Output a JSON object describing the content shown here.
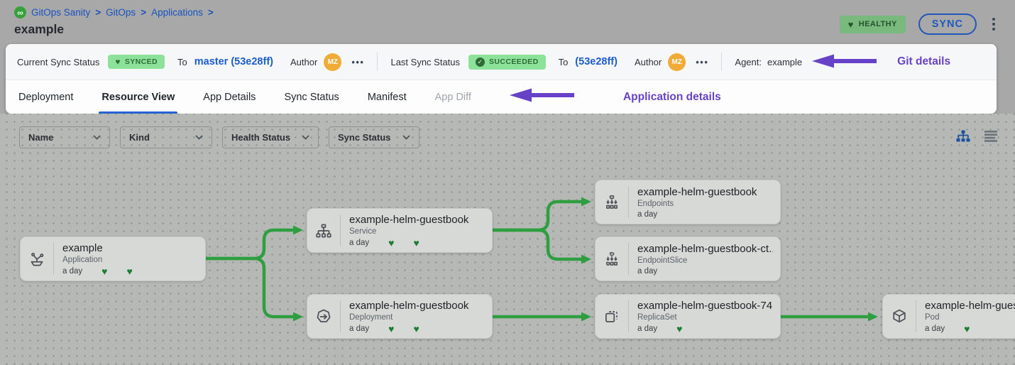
{
  "breadcrumb": {
    "logo_icon": "infinity-logo",
    "separator": ">",
    "items": [
      "GitOps Sanity",
      "GitOps",
      "Applications"
    ]
  },
  "page_title": "example",
  "header_actions": {
    "health_badge": "HEALTHY",
    "sync_button": "SYNC"
  },
  "sync_bar": {
    "current": {
      "label": "Current Sync Status",
      "badge": "SYNCED",
      "to": "To",
      "ref": "master (53e28ff)",
      "author": "Author",
      "avatar": "MZ",
      "more": "•••"
    },
    "last": {
      "label": "Last Sync Status",
      "badge": "SUCCEEDED",
      "to": "To",
      "ref": "(53e28ff)",
      "author": "Author",
      "avatar": "MZ",
      "more": "•••"
    },
    "agent": {
      "label": "Agent:",
      "value": "example"
    },
    "annotation": "Git details"
  },
  "tabs": {
    "items": [
      "Deployment",
      "Resource View",
      "App Details",
      "Sync Status",
      "Manifest",
      "App Diff"
    ],
    "active": "Resource View",
    "annotation": "Application details"
  },
  "filters": [
    "Name",
    "Kind",
    "Health Status",
    "Sync Status"
  ],
  "view_toggles": [
    "tree-view",
    "list-view"
  ],
  "graph": {
    "nodes": [
      {
        "title": "example",
        "kind": "Application",
        "age": "a day",
        "hearts": 2,
        "icon": "application-icon"
      },
      {
        "title": "example-helm-guestbook",
        "kind": "Service",
        "age": "a day",
        "hearts": 2,
        "icon": "service-icon"
      },
      {
        "title": "example-helm-guestbook",
        "kind": "Deployment",
        "age": "a day",
        "hearts": 2,
        "icon": "deployment-icon"
      },
      {
        "title": "example-helm-guestbook",
        "kind": "Endpoints",
        "age": "a day",
        "hearts": 0,
        "icon": "endpoints-icon"
      },
      {
        "title": "example-helm-guestbook-ct...",
        "kind": "EndpointSlice",
        "age": "a day",
        "hearts": 0,
        "icon": "endpointslice-icon"
      },
      {
        "title": "example-helm-guestbook-74...",
        "kind": "ReplicaSet",
        "age": "a day",
        "hearts": 1,
        "icon": "replicaset-icon"
      },
      {
        "title": "example-helm-guest",
        "kind": "Pod",
        "age": "a day",
        "hearts": 1,
        "icon": "pod-icon"
      }
    ],
    "edges": [
      {
        "from": "example (Application)",
        "to": "example-helm-guestbook (Service)"
      },
      {
        "from": "example (Application)",
        "to": "example-helm-guestbook (Deployment)"
      },
      {
        "from": "example-helm-guestbook (Service)",
        "to": "example-helm-guestbook (Endpoints)"
      },
      {
        "from": "example-helm-guestbook (Service)",
        "to": "example-helm-guestbook-ct... (EndpointSlice)"
      },
      {
        "from": "example-helm-guestbook (Deployment)",
        "to": "example-helm-guestbook-74... (ReplicaSet)"
      },
      {
        "from": "example-helm-guestbook-74... (ReplicaSet)",
        "to": "example-helm-guest (Pod)"
      }
    ]
  },
  "colors": {
    "edge_green": "#2f9e41",
    "accent_blue": "#1b5ccb",
    "annotation_purple": "#6742c6",
    "badge_green_bg": "#8de29a",
    "badge_green_text": "#2e6b36",
    "health_badge_bg": "#79b97d",
    "avatar_orange": "#f3ab38",
    "heart_green": "#1e7d33"
  }
}
